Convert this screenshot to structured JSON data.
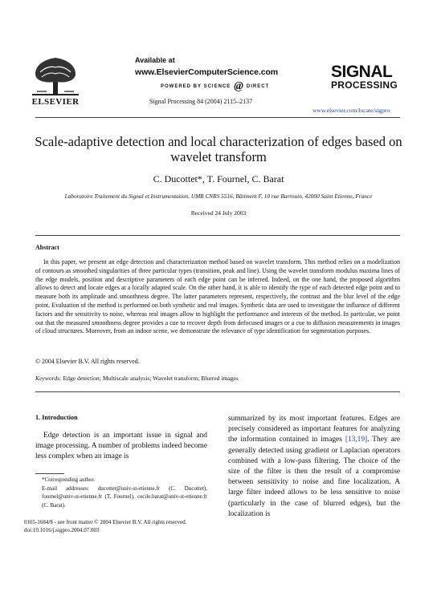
{
  "header": {
    "publisher": "ELSEVIER",
    "available_at": "Available at",
    "site": "www.ElsevierComputerScience.com",
    "powered_by": "POWERED BY SCIENCE",
    "powered_direct": "DIRECT",
    "powered_at": "@",
    "journal_ref": "Signal Processing 84 (2004) 2115–2137",
    "journal_logo_line1": "SIGNAL",
    "journal_logo_line2": "PROCESSING",
    "journal_url": "www.elsevier.com/locate/sigpro"
  },
  "article": {
    "title": "Scale-adaptive detection and local characterization of edges based on wavelet transform",
    "authors": "C. Ducottet*, T. Fournel, C. Barat",
    "affiliation": "Laboratoire Traitement du Signal et Instrumentation, UMR CNRS 5516, Bâtiment F, 10 rue Barrouin, 42000 Saint Etienne, France",
    "received": "Received 24 July 2003"
  },
  "abstract": {
    "heading": "Abstract",
    "text": "In this paper, we present an edge detection and characterization method based on wavelet transform. This method relies on a modelization of contours as smoothed singularities of three particular types (transition, peak and line). Using the wavelet transform modulus maxima lines of the edge models, position and descriptive parameters of each edge point can be inferred. Indeed, on the one hand, the proposed algorithm allows to detect and locate edges at a locally adapted scale. On the other hand, it is able to identify the type of each detected edge point and to measure both its amplitude and smoothness degree. The latter parameters represent, respectively, the contrast and the blur level of the edge point. Evaluation of the method is performed on both synthetic and real images. Synthetic data are used to investigate the influence of different factors and the sensitivity to noise, whereas real images allow to highlight the performance and interests of the method. In particular, we point out that the measured smoothness degree provides a cue to recover depth from defocused images or a cue to diffusion measurements in images of cloud structures. Moreover, from an indoor scene, we demonstrate the relevance of type identification for segmentation purposes.",
    "copyright": "© 2004 Elsevier B.V. All rights reserved.",
    "keywords_label": "Keywords:",
    "keywords": " Edge detection; Multiscale analysis; Wavelet transform; Blurred images"
  },
  "body": {
    "section_heading": "1. Introduction",
    "left_text": "Edge detection is an important issue in signal and image processing. A number of problems indeed become less complex when an image is",
    "right_text_1": "summarized by its most important features. Edges are precisely considered as important features for analyzing the information contained in images ",
    "right_ref": "[13,19]",
    "right_text_2": ". They are generally detected using gradient or Laplacian operators combined with a low-pass filtering. The choice of the size of the filter is then the result of a compromise between sensitivity to noise and fine localization. A large filter indeed allows to be less sensitive to noise (particularly in the case of blurred edges), but the localization is"
  },
  "footnote": {
    "corresponding": "*Corresponding author.",
    "emails": "E-mail addresses: ducottet@univ-st-etienne.fr (C. Ducottet), fournel@univ-st-etienne.fr (T. Fournel), cecile.barat@univ-st-etienne.fr (C. Barat)."
  },
  "footer": {
    "line1": "0165-1684/$ - see front matter © 2004 Elsevier B.V. All rights reserved.",
    "line2": "doi:10.1016/j.sigpro.2004.07.003"
  }
}
